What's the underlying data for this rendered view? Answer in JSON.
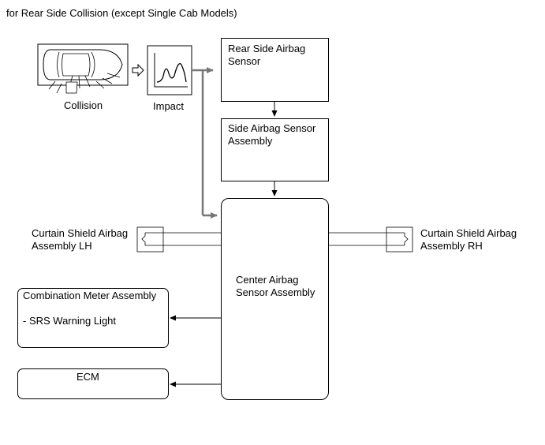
{
  "title": "for Rear Side Collision (except Single Cab Models)",
  "collision_label": "Collision",
  "impact_label": "Impact",
  "blocks": {
    "rear_side_sensor": [
      "Rear Side Airbag",
      "Sensor"
    ],
    "side_sensor": [
      "Side Airbag Sensor",
      "Assembly"
    ],
    "center_sensor": [
      "Center Airbag",
      "Sensor Assembly"
    ],
    "meter": [
      "Combination Meter Assembly",
      "",
      "- SRS Warning Light"
    ],
    "ecm": [
      "ECM"
    ],
    "curtain_lh": [
      "Curtain Shield Airbag",
      "Assembly LH"
    ],
    "curtain_rh": [
      "Curtain Shield Airbag",
      "Assembly RH"
    ]
  },
  "icons": [
    "car-collision-icon",
    "impact-waveform-icon",
    "hollow-arrow-icon",
    "squib-connector-icon"
  ]
}
